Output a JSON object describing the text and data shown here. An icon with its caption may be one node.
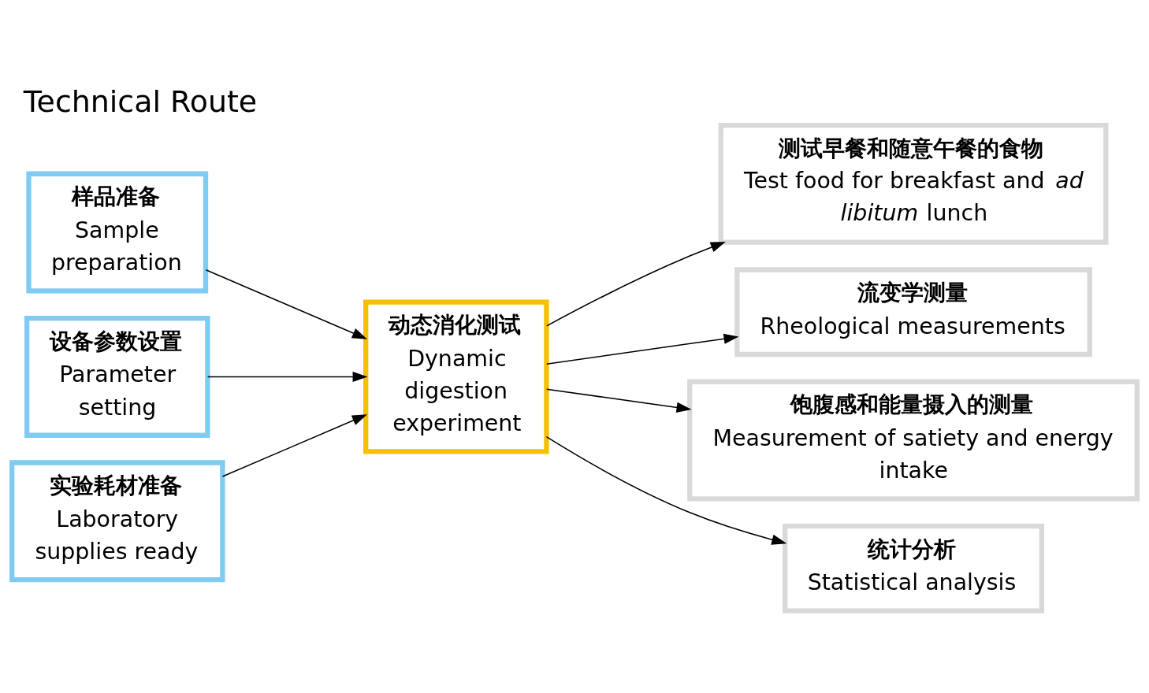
{
  "diagram": {
    "title": "Technical Route",
    "nodes": [
      {
        "text": [
          "样品准备",
          "Sample preparation"
        ]
      },
      {
        "text": [
          "设备参数设置",
          "Parameter setting"
        ]
      },
      {
        "text": [
          "实验耗材准备",
          "Laboratory supplies ready"
        ]
      },
      {
        "text": [
          "动态消化测试",
          "Dynamic digestion experiment"
        ]
      },
      {
        "text": [
          "测试早餐和随意午餐的食物",
          "Test food for breakfast and *ad libitum* lunch"
        ]
      },
      {
        "text": [
          "流变学测量",
          "Rheological measurements"
        ]
      },
      {
        "text": [
          "饱腹感和能量摄入的测量",
          "Measurement of satiety and energy intake"
        ]
      },
      {
        "text": [
          "统计分析",
          "Statistical analysis"
        ]
      }
    ],
    "edges": [
      {
        "from": 0,
        "to": 3,
        "arrow": "to"
      },
      {
        "from": 1,
        "to": 3,
        "arrow": "to"
      },
      {
        "from": 2,
        "to": 3,
        "arrow": "to"
      },
      {
        "from": 3,
        "to": 4,
        "arrow": "to"
      },
      {
        "from": 3,
        "to": 5,
        "arrow": "to"
      },
      {
        "from": 3,
        "to": 6,
        "arrow": "to"
      },
      {
        "from": 3,
        "to": 7,
        "arrow": "to"
      }
    ]
  }
}
